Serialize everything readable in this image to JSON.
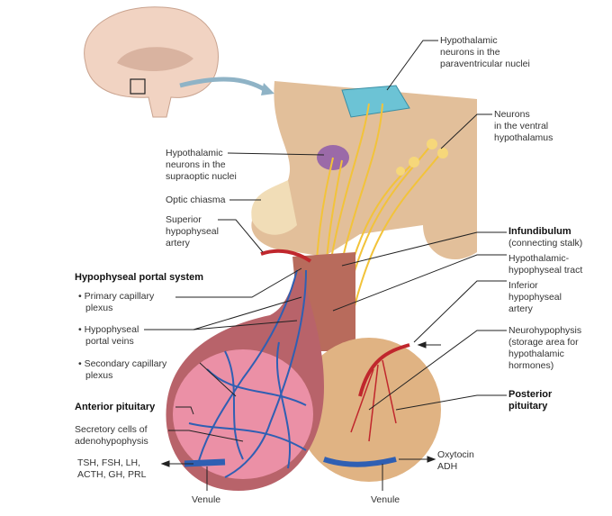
{
  "labels": {
    "paraventricular": [
      "Hypothalamic",
      "neurons in the",
      "paraventricular nuclei"
    ],
    "ventral": [
      "Neurons",
      "in the ventral",
      "hypothalamus"
    ],
    "supraoptic": [
      "Hypothalamic",
      "neurons in the",
      "supraoptic nuclei"
    ],
    "optic_chiasma": "Optic chiasma",
    "superior_artery": [
      "Superior",
      "hypophyseal",
      "artery"
    ],
    "portal_system": "Hypophyseal portal system",
    "primary_plexus": [
      "• Primary capillary",
      "plexus"
    ],
    "portal_veins": [
      "• Hypophyseal",
      "portal veins"
    ],
    "secondary_plexus": [
      "• Secondary capillary",
      "plexus"
    ],
    "anterior_pituitary": "Anterior pituitary",
    "secretory_cells": [
      "Secretory cells of",
      "adenohypophysis"
    ],
    "anterior_hormones": [
      "TSH, FSH, LH,",
      "ACTH, GH, PRL"
    ],
    "venule_left": "Venule",
    "venule_right": "Venule",
    "posterior_hormones": [
      "Oxytocin",
      "ADH"
    ],
    "infundibulum": "Infundibulum",
    "infundibulum_sub": "(connecting stalk)",
    "tract": [
      "Hypothalamic-",
      "hypophyseal tract"
    ],
    "inferior_artery": [
      "Inferior",
      "hypophyseal",
      "artery"
    ],
    "neurohypophysis": [
      "Neurohypophysis",
      "(storage area for",
      "hypothalamic",
      "hormones)"
    ],
    "posterior_pituitary": [
      "Posterior",
      "pituitary"
    ]
  },
  "colors": {
    "artery": "#c0272d",
    "vein": "#2f5fb3",
    "nerve": "#f2c33a",
    "tissue": "#e8c9a0",
    "anterior": "#e8849a",
    "nucleus_pv": "#6cc3d5",
    "nucleus_so": "#9b6aa8"
  }
}
